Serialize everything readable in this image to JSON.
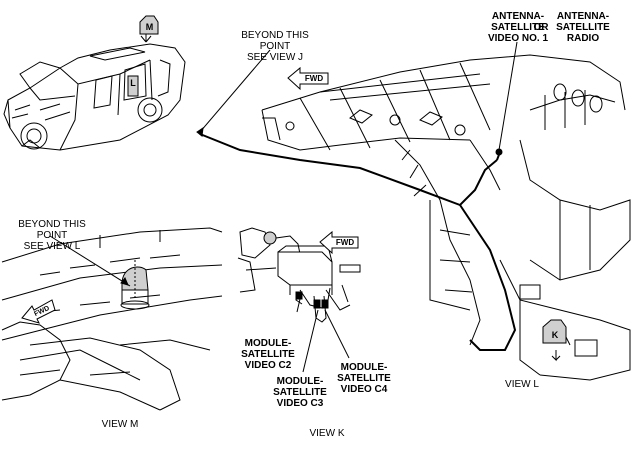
{
  "labels": {
    "antenna_video": "ANTENNA-\nSATELLITE\nVIDEO NO. 1",
    "or": "OR",
    "antenna_radio": "ANTENNA-\nSATELLITE\nRADIO",
    "beyond_j": "BEYOND THIS POINT\nSEE VIEW J",
    "beyond_l": "BEYOND THIS POINT\nSEE VIEW L",
    "module_c2": "MODULE-\nSATELLITE\nVIDEO C2",
    "module_c3": "MODULE-\nSATELLITE\nVIDEO C3",
    "module_c4": "MODULE-\nSATELLITE\nVIDEO C4",
    "view_m": "VIEW M",
    "view_k": "VIEW K",
    "view_l": "VIEW L",
    "callout_m": "M",
    "callout_k": "K",
    "callout_l": "L",
    "fwd": "FWD"
  },
  "colors": {
    "line": "#000000",
    "background": "#ffffff",
    "callout_fill": "#cfcfcf"
  }
}
